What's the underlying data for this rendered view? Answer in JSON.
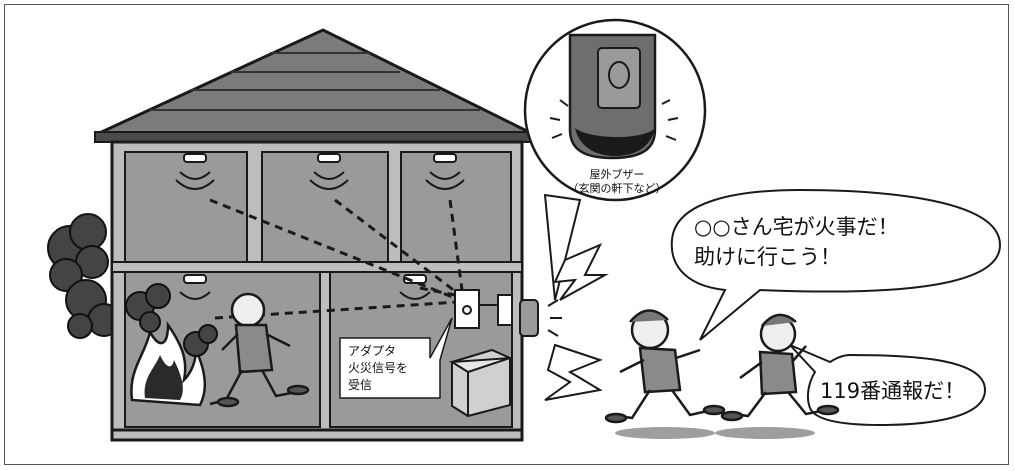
{
  "colors": {
    "roof": "#7b7b7b",
    "roof_dark": "#4a4a4a",
    "wall": "#bdbdbd",
    "room": "#9a9a9a",
    "outline": "#1a1a1a",
    "bubble_fill": "#ffffff",
    "shadow": "#9e9e9e"
  },
  "buzzer": {
    "label_line1": "屋外ブザー",
    "label_line2": "（玄関の軒下など）",
    "icon": "outdoor-buzzer-icon"
  },
  "adapter": {
    "line1": "アダプタ",
    "line2": "火災信号を",
    "line3": "受信"
  },
  "speech": {
    "neighbor_line1": "○○さん宅が火事だ！",
    "neighbor_line2": "助けに行こう！",
    "call": "119番通報だ！"
  }
}
